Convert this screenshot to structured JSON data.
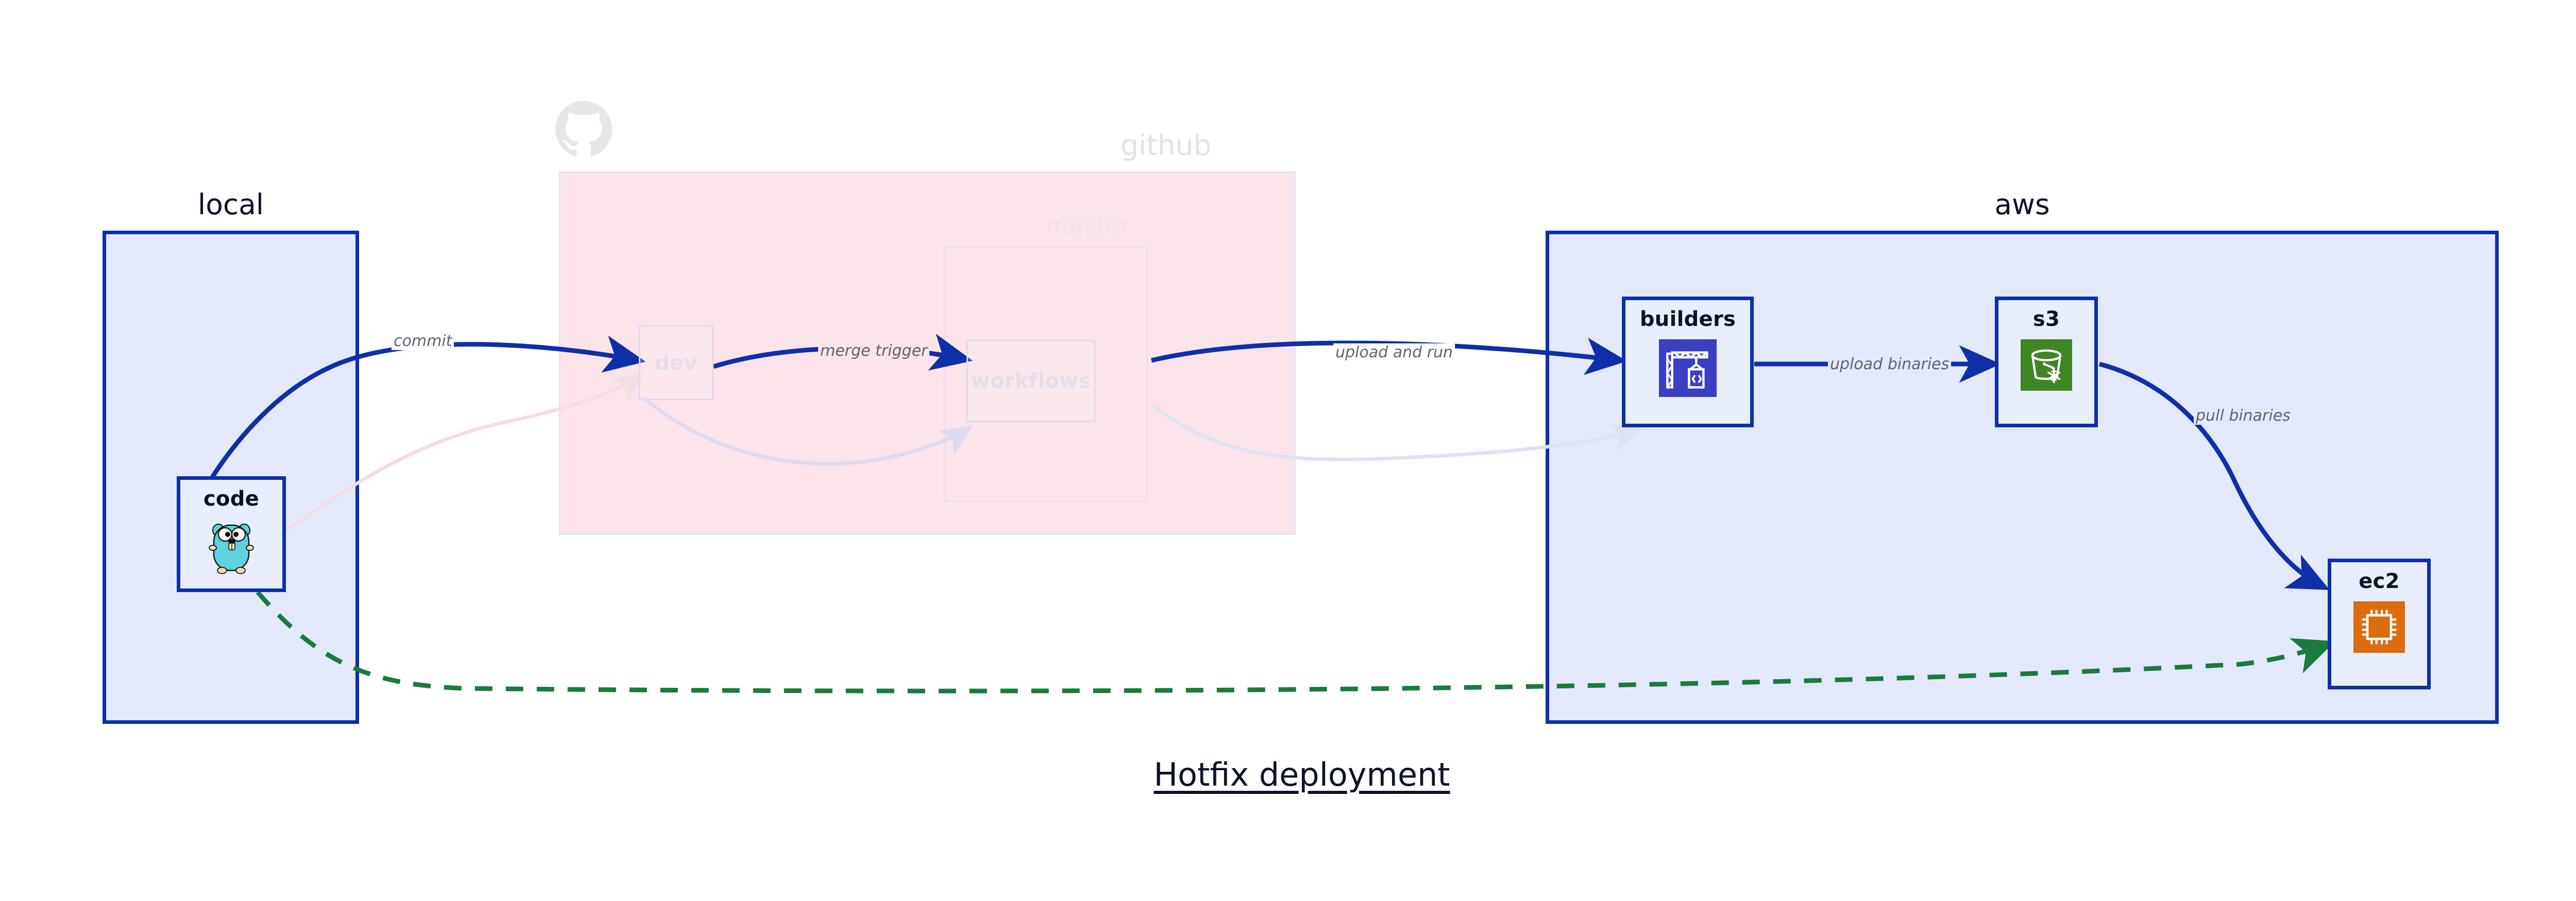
{
  "title": "Hotfix deployment",
  "colors": {
    "cluster_border_blue": "#0f2fa8",
    "cluster_fill_blue": "#e3e8fb",
    "cluster_fill_pink": "#fae3e9",
    "edge_blue": "#0f2fa8",
    "edge_green": "#1b7a3d",
    "label_gray": "#60646e",
    "node_fill": "#e9eefc",
    "builders_icon_bg": "#3c3ec4",
    "s3_icon_bg": "#3f8624",
    "ec2_icon_bg": "#dd6b10",
    "gopher_body": "#5fd3dd"
  },
  "clusters": [
    {
      "id": "local",
      "label": "local",
      "faded": false
    },
    {
      "id": "github",
      "label": "github",
      "faded": true
    },
    {
      "id": "master",
      "label": "master",
      "faded": true
    },
    {
      "id": "aws",
      "label": "aws",
      "faded": false
    }
  ],
  "nodes": [
    {
      "id": "code",
      "label": "code",
      "icon": "go-gopher-icon",
      "cluster": "local",
      "faded": false
    },
    {
      "id": "dev",
      "label": "dev",
      "icon": "none",
      "cluster": "github",
      "faded": true
    },
    {
      "id": "workflows",
      "label": "workflows",
      "icon": "none",
      "cluster": "master",
      "faded": true
    },
    {
      "id": "builders",
      "label": "builders",
      "icon": "aws-codebuild-icon",
      "cluster": "aws",
      "faded": false
    },
    {
      "id": "s3",
      "label": "s3",
      "icon": "aws-s3-glacier-icon",
      "cluster": "aws",
      "faded": false
    },
    {
      "id": "ec2",
      "label": "ec2",
      "icon": "aws-ec2-icon",
      "cluster": "aws",
      "faded": false
    }
  ],
  "edges": [
    {
      "id": "commit",
      "label": "commit",
      "from": "code",
      "to": "dev",
      "style": "solid",
      "color": "#0f2fa8",
      "faded": false
    },
    {
      "id": "merge-trigger",
      "label": "merge trigger",
      "from": "dev",
      "to": "workflows",
      "style": "solid",
      "color": "#0f2fa8",
      "faded": false
    },
    {
      "id": "upload-and-run",
      "label": "upload and run",
      "from": "workflows",
      "to": "builders",
      "style": "solid",
      "color": "#0f2fa8",
      "faded": false
    },
    {
      "id": "upload-binaries",
      "label": "upload binaries",
      "from": "builders",
      "to": "s3",
      "style": "solid",
      "color": "#0f2fa8",
      "faded": false
    },
    {
      "id": "pull-binaries",
      "label": "pull binaries",
      "from": "s3",
      "to": "ec2",
      "style": "solid",
      "color": "#0f2fa8",
      "faded": false
    },
    {
      "id": "hotfix-direct",
      "label": "",
      "from": "code",
      "to": "ec2",
      "style": "dashed",
      "color": "#1b7a3d",
      "faded": false
    },
    {
      "id": "ghost-code-dev",
      "label": "",
      "from": "code",
      "to": "dev",
      "style": "solid",
      "color": "#f3dde3",
      "faded": true
    },
    {
      "id": "ghost-dev-workflows",
      "label": "",
      "from": "dev",
      "to": "workflows",
      "style": "solid",
      "color": "#e0dcef",
      "faded": true
    },
    {
      "id": "ghost-workflows-aws",
      "label": "",
      "from": "workflows",
      "to": "builders",
      "style": "solid",
      "color": "#e0e3f2",
      "faded": true
    }
  ]
}
